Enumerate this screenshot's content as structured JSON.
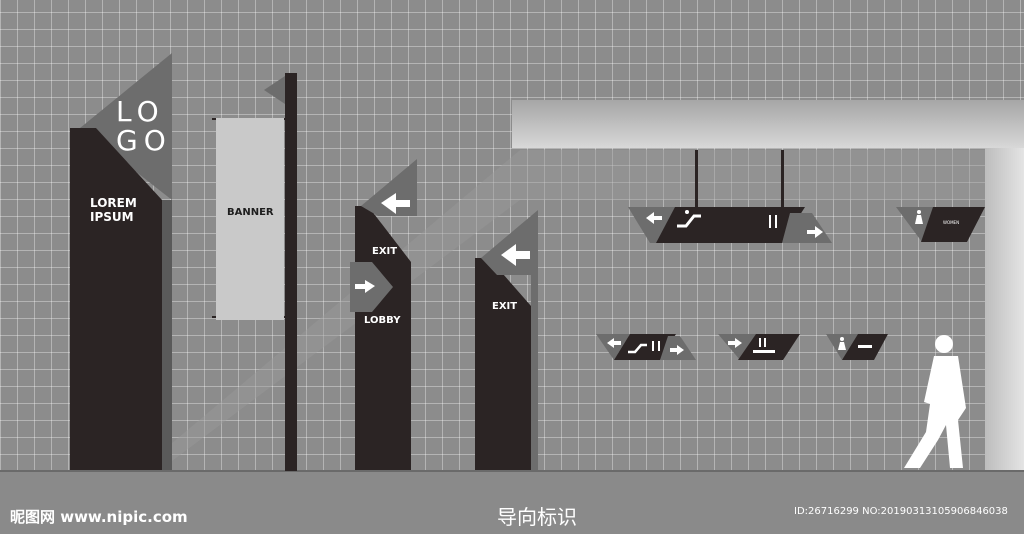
{
  "totem": {
    "logo_line1": "LO",
    "logo_line2": "GO",
    "text_line1": "LOREM",
    "text_line2": "IPSUM"
  },
  "banner": {
    "label": "BANNER"
  },
  "sign_exit_lobby": {
    "exit": "EXIT",
    "lobby": "LOBBY"
  },
  "sign_exit": {
    "exit": "EXIT"
  },
  "wall_sign": {
    "small_text": "WOMEN"
  },
  "footer": {
    "site": "昵图网 www.nipic.com",
    "title": "导向标识",
    "id_text": "ID:26716299 NO:20190313105906846038"
  },
  "colors": {
    "dark": "#2b2424",
    "grey": "#6f6f6f",
    "wall": "#8c8c8c",
    "banner": "#c9c9c9",
    "white": "#ffffff"
  }
}
